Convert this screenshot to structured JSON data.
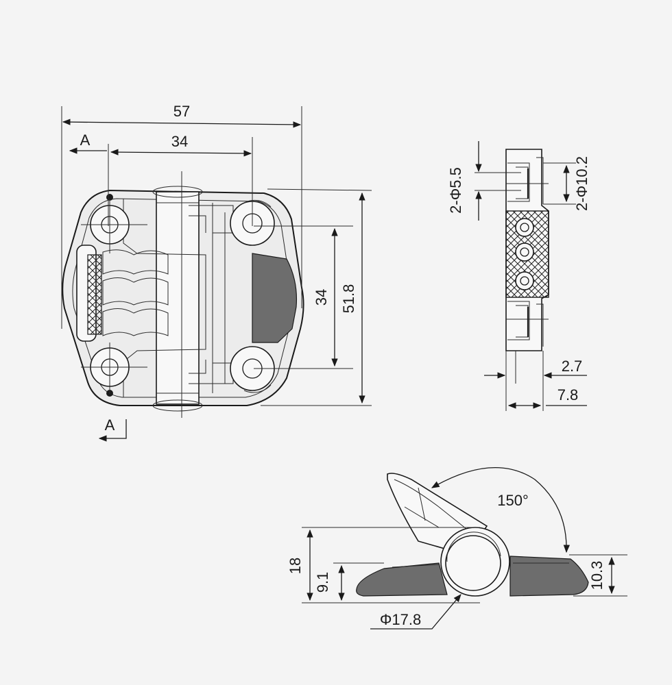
{
  "views": {
    "front": {
      "dimensions": {
        "width_total": "57",
        "hole_spacing_h": "34",
        "hole_spacing_v": "34",
        "height_total": "51.8",
        "section_label_top": "A",
        "section_label_bottom": "A"
      }
    },
    "side": {
      "dimensions": {
        "hole_small": "2-Φ5.5",
        "hole_large": "2-Φ10.2",
        "offset": "2.7",
        "thickness": "7.8"
      }
    },
    "open": {
      "dimensions": {
        "angle": "150°",
        "height": "18",
        "axis_height": "9.1",
        "leaf_height": "10.3",
        "barrel_diameter": "Φ17.8"
      }
    }
  },
  "colors": {
    "line": "#1a1a1a",
    "background": "#f4f4f4",
    "shade": "#6d6d6d"
  }
}
